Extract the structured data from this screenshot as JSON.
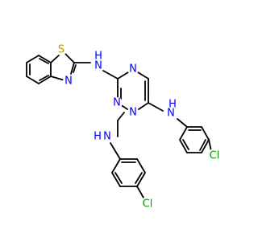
{
  "molecule": {
    "labels": {
      "s_benzothiazole": "S",
      "n_benzothiazole": "N",
      "nh_top": "N",
      "h_top": "H",
      "n_triazine_top": "N",
      "n_triazine_left": "N",
      "n_triazine_right": "N",
      "nh_right": "N",
      "h_right": "H",
      "nh_left": "N",
      "h_left": "H",
      "cl_right": "Cl",
      "cl_left": "Cl"
    },
    "colors": {
      "bond": "#000000",
      "nitrogen": "#0000ff",
      "sulfur": "#b8a000",
      "chlorine": "#00a000"
    }
  }
}
